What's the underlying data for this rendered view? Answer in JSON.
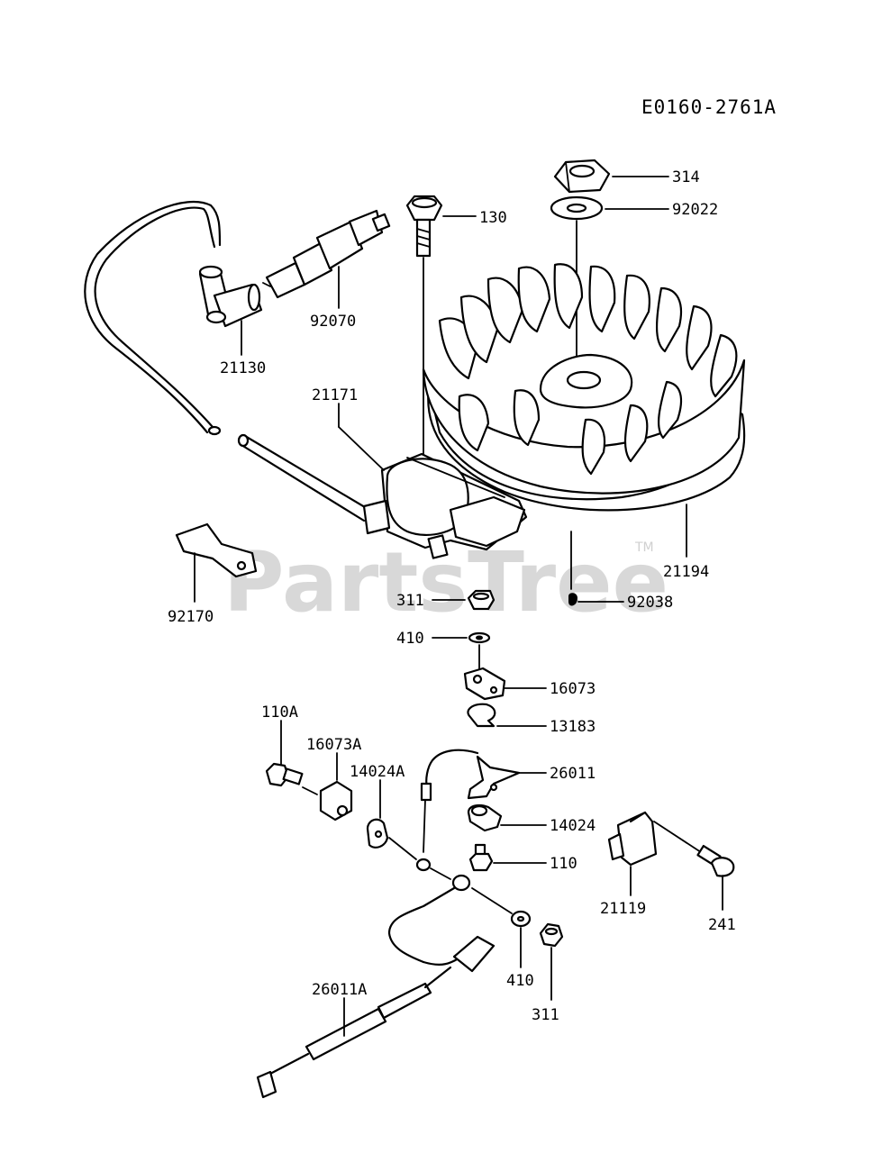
{
  "diagram_code": "E0160-2761A",
  "watermark": {
    "text": "PartsTree",
    "trademark": "TM"
  },
  "parts": [
    {
      "id": "p314",
      "label": "314"
    },
    {
      "id": "p130",
      "label": "130"
    },
    {
      "id": "p92022",
      "label": "92022"
    },
    {
      "id": "p92070",
      "label": "92070"
    },
    {
      "id": "p21130",
      "label": "21130"
    },
    {
      "id": "p21171",
      "label": "21171"
    },
    {
      "id": "p21194",
      "label": "21194"
    },
    {
      "id": "p92170",
      "label": "92170"
    },
    {
      "id": "p311a",
      "label": "311"
    },
    {
      "id": "p92038",
      "label": "92038"
    },
    {
      "id": "p410a",
      "label": "410"
    },
    {
      "id": "p16073",
      "label": "16073"
    },
    {
      "id": "p110A",
      "label": "110A"
    },
    {
      "id": "p13183",
      "label": "13183"
    },
    {
      "id": "p16073A",
      "label": "16073A"
    },
    {
      "id": "p14024A",
      "label": "14024A"
    },
    {
      "id": "p26011",
      "label": "26011"
    },
    {
      "id": "p14024",
      "label": "14024"
    },
    {
      "id": "p110",
      "label": "110"
    },
    {
      "id": "p21119",
      "label": "21119"
    },
    {
      "id": "p241",
      "label": "241"
    },
    {
      "id": "p410b",
      "label": "410"
    },
    {
      "id": "p311b",
      "label": "311"
    },
    {
      "id": "p26011A",
      "label": "26011A"
    }
  ]
}
